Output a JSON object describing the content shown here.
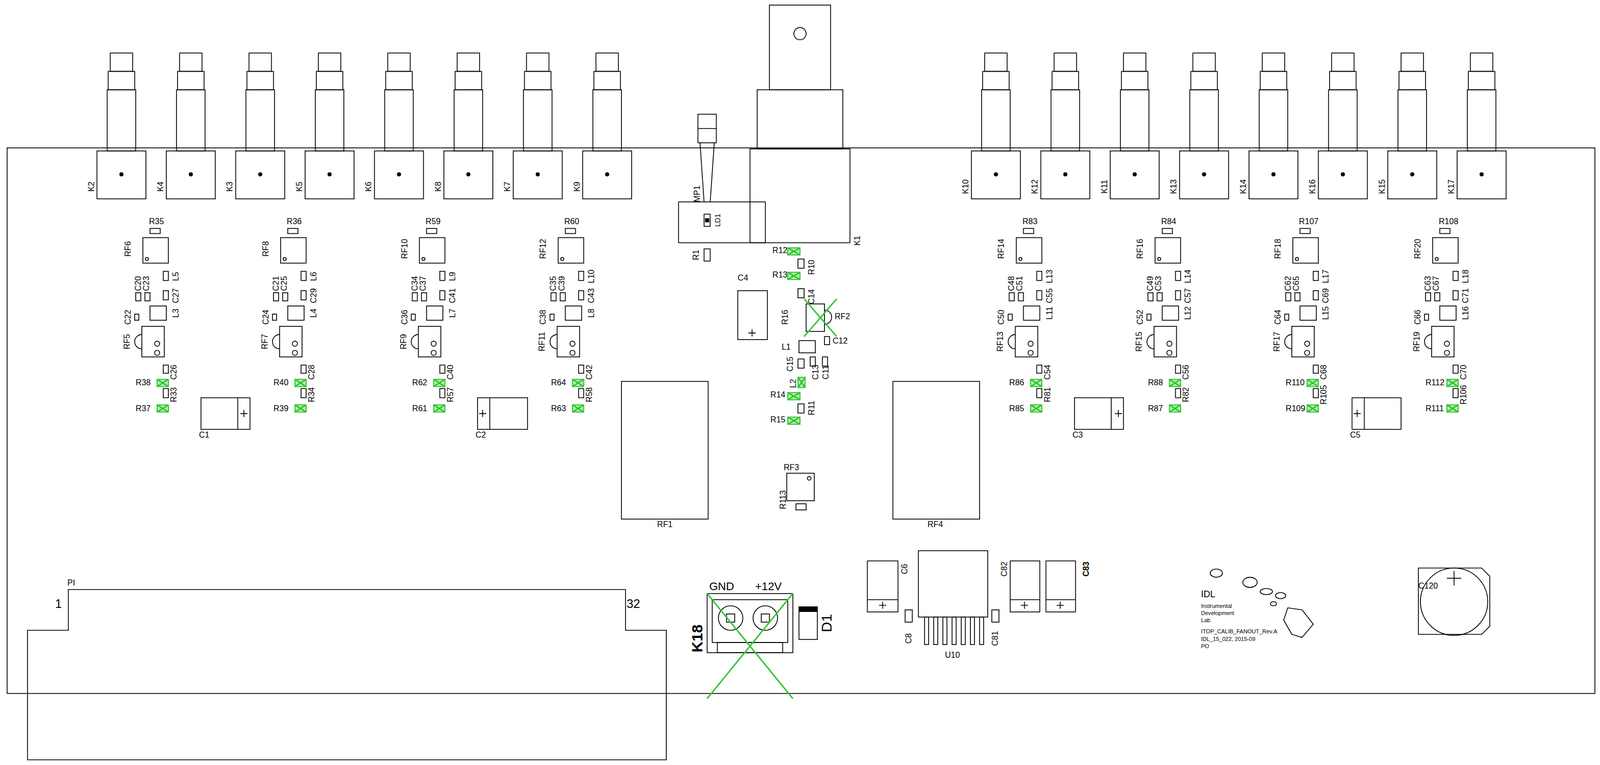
{
  "diagram": {
    "labels": [
      "K2",
      "K4",
      "K3",
      "K5",
      "K6",
      "K8",
      "K7",
      "K9",
      "K10",
      "K12",
      "K11",
      "K13",
      "K14",
      "K16",
      "K15",
      "K17",
      "K1",
      "MP1",
      "LD1",
      "R1",
      "R35",
      "RF6",
      "C20",
      "C23",
      "L5",
      "C27",
      "L3",
      "C22",
      "RF5",
      "C26",
      "R38",
      "R33",
      "R37",
      "R36",
      "RF8",
      "C21",
      "C25",
      "L6",
      "C29",
      "L4",
      "C24",
      "RF7",
      "C28",
      "R40",
      "R34",
      "R39",
      "R59",
      "RF10",
      "C34",
      "C37",
      "L9",
      "C41",
      "L7",
      "C36",
      "RF9",
      "C40",
      "R62",
      "R57",
      "R61",
      "R60",
      "RF12",
      "C35",
      "C39",
      "L10",
      "C43",
      "L8",
      "C38",
      "RF11",
      "C42",
      "R64",
      "R58",
      "R63",
      "R83",
      "RF14",
      "C48",
      "C51",
      "L13",
      "C55",
      "L11",
      "C50",
      "RF13",
      "C54",
      "R86",
      "R81",
      "R85",
      "R84",
      "RF16",
      "C49",
      "C53",
      "L14",
      "C57",
      "L12",
      "C52",
      "RF15",
      "C56",
      "R88",
      "R82",
      "R87",
      "R107",
      "RF18",
      "C62",
      "C65",
      "L17",
      "C69",
      "L15",
      "C64",
      "RF17",
      "C68",
      "R110",
      "R105",
      "R109",
      "R108",
      "RF20",
      "C63",
      "C67",
      "L18",
      "C71",
      "L16",
      "C66",
      "RF19",
      "C70",
      "R112",
      "R106",
      "R111",
      "R12",
      "R10",
      "R13",
      "C14",
      "R16",
      "RF2",
      "C12",
      "L1",
      "C15",
      "L2",
      "C13",
      "C11",
      "R14",
      "R11",
      "R15",
      "C4",
      "RF3",
      "R113",
      "RF1",
      "RF4",
      "C1",
      "C2",
      "C3",
      "C5",
      "PI",
      "1",
      "32",
      "GND",
      "+12V",
      "K18",
      "D1",
      "C6",
      "C8",
      "U10",
      "C81",
      "C82",
      "C83",
      "IDL",
      "Instrumental",
      "Development",
      "Lab",
      "ITOP_CALIB_FANOUT_Rev.A",
      "IDL_15_022, 2015-09",
      "PO",
      "C120"
    ]
  }
}
